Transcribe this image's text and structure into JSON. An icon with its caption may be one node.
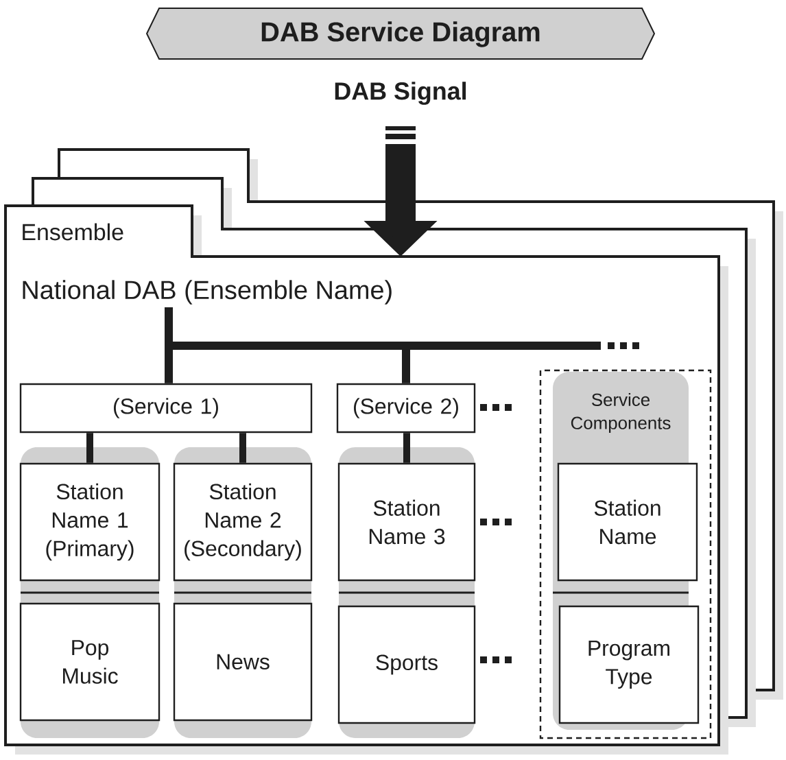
{
  "diagram": {
    "title": "DAB Service Diagram",
    "nodes": [
      {
        "text": [
          "DAB Signal"
        ]
      },
      {
        "text": [
          "Ensemble",
          "National DAB (Ensemble Name)"
        ]
      },
      {
        "text": [
          "(Service 1)"
        ],
        "in": 1
      },
      {
        "text": [
          "(Service 2)"
        ],
        "in": 1
      },
      {
        "text": [
          "Service Components"
        ],
        "in": 1
      },
      {
        "text": [
          "Station Name 1 (Primary)"
        ],
        "in": 1
      },
      {
        "text": [
          "Station Name 2 (Secondary)"
        ],
        "in": 1
      },
      {
        "text": [
          "Station Name 3"
        ],
        "in": 1
      },
      {
        "text": [
          "Station Name"
        ],
        "in": 4
      },
      {
        "text": [
          "Pop Music"
        ],
        "in": 1
      },
      {
        "text": [
          "News"
        ],
        "in": 1
      },
      {
        "text": [
          "Sports"
        ],
        "in": 1
      },
      {
        "text": [
          "Program Type"
        ],
        "in": 4
      }
    ],
    "edges": [
      {
        "from": 0,
        "to": 1,
        "arrow": "to",
        "style": "thick"
      },
      {
        "from": 1,
        "to": 2,
        "arrow": "none"
      },
      {
        "from": 1,
        "to": 3,
        "arrow": "none"
      },
      {
        "from": 2,
        "to": 5,
        "arrow": "none"
      },
      {
        "from": 2,
        "to": 6,
        "arrow": "none"
      },
      {
        "from": 3,
        "to": 7,
        "arrow": "none"
      }
    ]
  }
}
